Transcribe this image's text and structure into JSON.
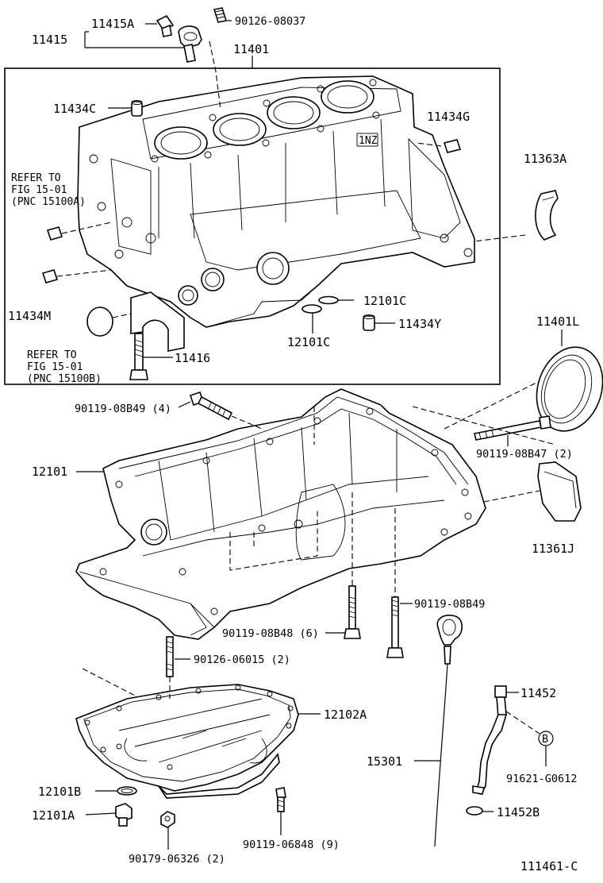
{
  "diagram_code": "111461-C",
  "callouts": {
    "c11415A": "11415A",
    "c11415": "11415",
    "c90126_08037": "90126-08037",
    "c11401": "11401",
    "c11434C": "11434C",
    "c11434G": "11434G",
    "c11363A": "11363A",
    "c11434M": "11434M",
    "c12101C_a": "12101C",
    "c12101C_b": "12101C",
    "c11434Y": "11434Y",
    "c11416": "11416",
    "c11401L": "11401L",
    "c90119_08B49_4": "90119-08B49 (4)",
    "c90119_08B47_2": "90119-08B47 (2)",
    "c12101": "12101",
    "c11361J": "11361J",
    "c90119_08B49": "90119-08B49",
    "c90119_08B48_6": "90119-08B48 (6)",
    "c90126_06015_2": "90126-06015 (2)",
    "c12102A": "12102A",
    "c11452": "11452",
    "c15301": "15301",
    "cB": "B",
    "c91621_G0612": "91621-G0612",
    "c12101B": "12101B",
    "c12101A": "12101A",
    "c11452B": "11452B",
    "c90119_06848_9": "90119-06848 (9)",
    "c90179_06326_2": "90179-06326 (2)"
  },
  "references": {
    "ref1": [
      "REFER TO",
      "FIG 15-01",
      "(PNC 15100A)"
    ],
    "ref2": [
      "REFER TO",
      "FIG 15-01",
      "(PNC 15100B)"
    ]
  },
  "casting_mark": "1NZ"
}
